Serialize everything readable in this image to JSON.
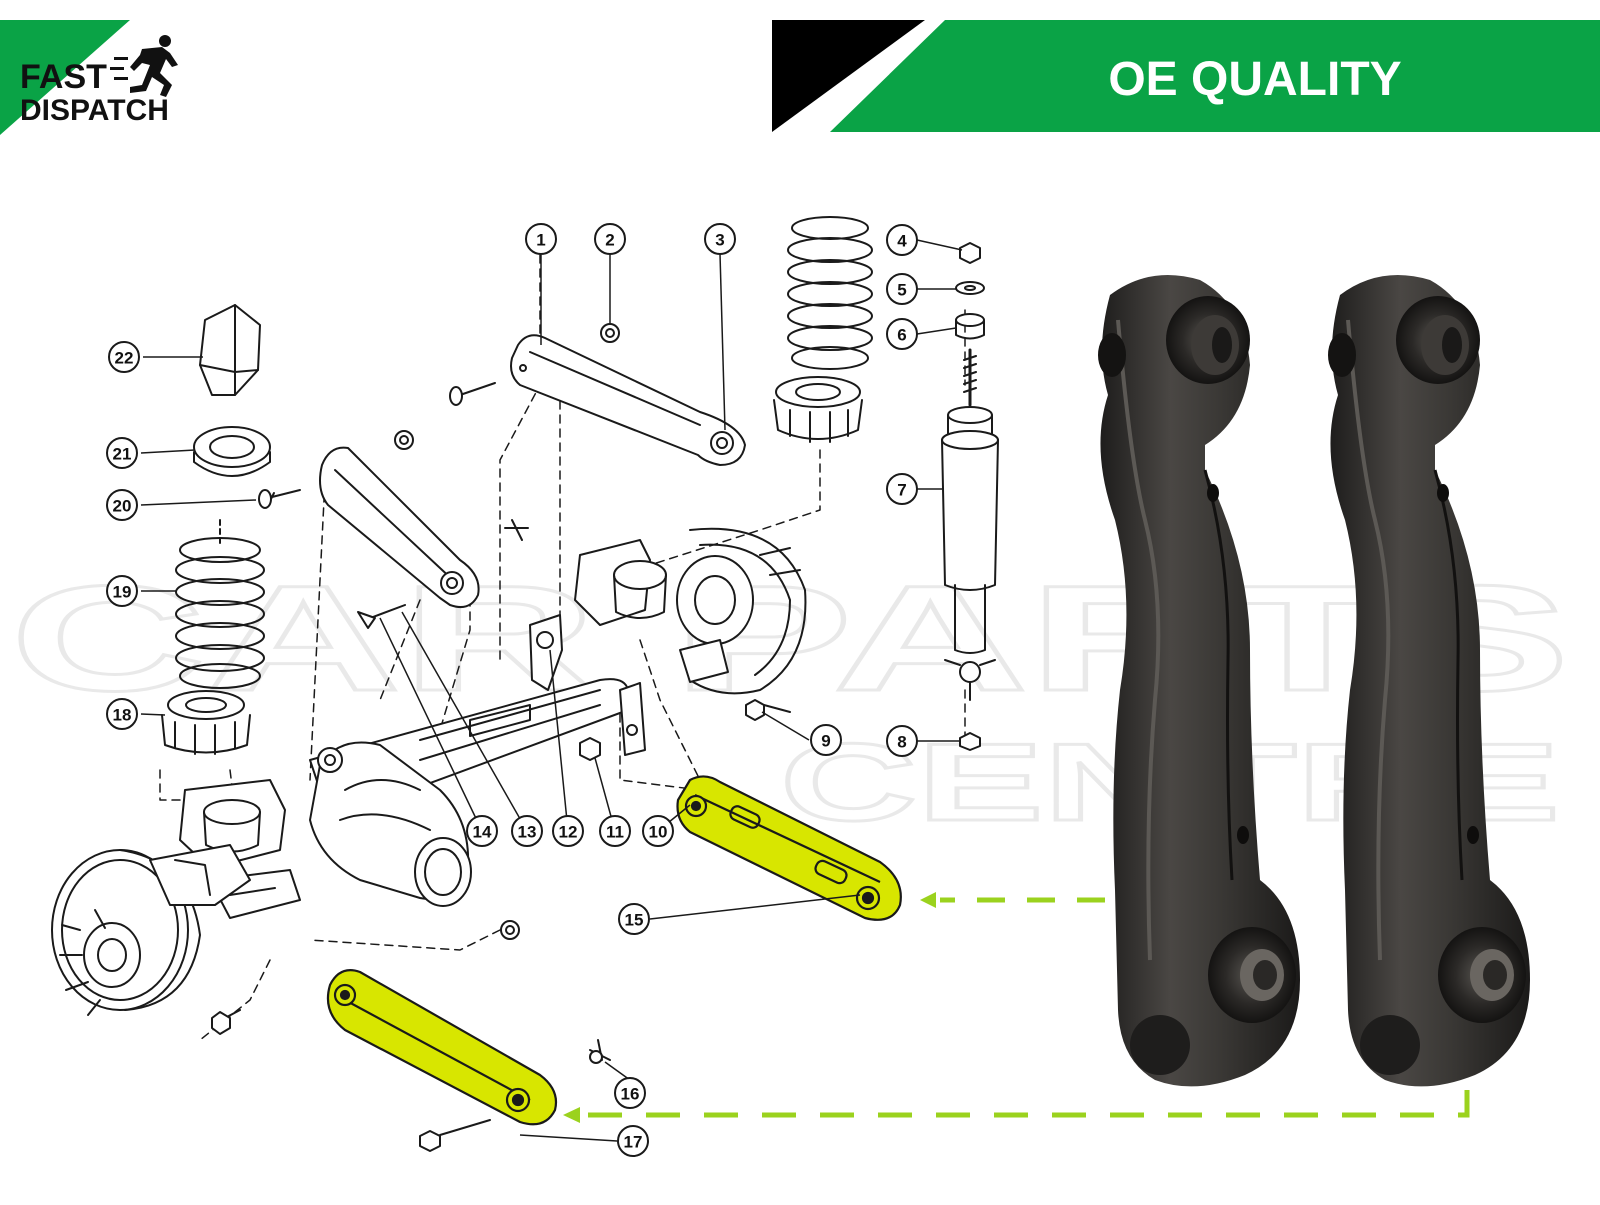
{
  "badge": {
    "line1": "FAST",
    "line2": "DISPATCH",
    "icon": "runner-icon"
  },
  "header": {
    "title": "OE QUALITY"
  },
  "watermark": {
    "line1": "CAR PARTS",
    "line2": "CENTRE"
  },
  "colors": {
    "brand_green": "#0aa346",
    "highlight": "#d8e600",
    "arrow_green": "#9bd21e",
    "ink": "#1a1a1a",
    "arm_dark": "#2e2c2a"
  },
  "callouts": [
    "1",
    "2",
    "3",
    "4",
    "5",
    "6",
    "7",
    "8",
    "9",
    "10",
    "11",
    "12",
    "13",
    "14",
    "15",
    "16",
    "17",
    "18",
    "19",
    "20",
    "21",
    "22"
  ]
}
